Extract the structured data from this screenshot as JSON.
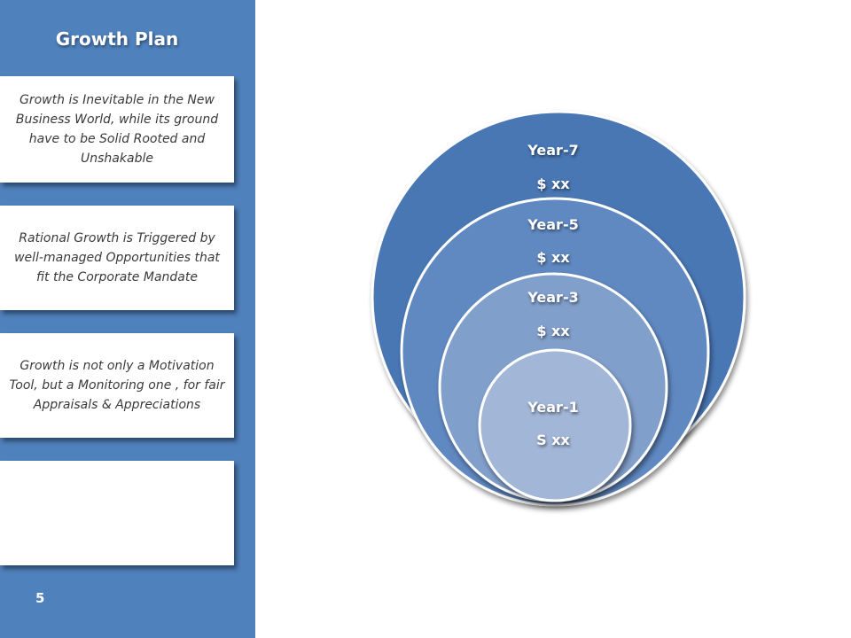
{
  "sidebar": {
    "title": "Growth Plan",
    "cards": [
      {
        "text": "Growth is Inevitable in the New Business World, while its ground have to be Solid Rooted and Unshakable"
      },
      {
        "text": "Rational Growth is Triggered by well-managed Opportunities that fit the Corporate Mandate"
      },
      {
        "text": "Growth is not only a Motivation Tool, but a Monitoring one , for fair Appraisals & Appreciations"
      },
      {
        "text": ""
      }
    ],
    "page_number": "5"
  },
  "diagram": {
    "rings": [
      {
        "year": "Year-7",
        "amount": "$ xx",
        "color": "#4a77b4"
      },
      {
        "year": "Year-5",
        "amount": "$ xx",
        "color": "#6189c2"
      },
      {
        "year": "Year-3",
        "amount": "$ xx",
        "color": "#819fcb"
      },
      {
        "year": "Year-1",
        "amount": "S xx",
        "color": "#a2b6d8"
      }
    ]
  },
  "colors": {
    "sidebar": "#4f81bd",
    "card": "#ffffff",
    "ring_outline": "#ffffff"
  }
}
